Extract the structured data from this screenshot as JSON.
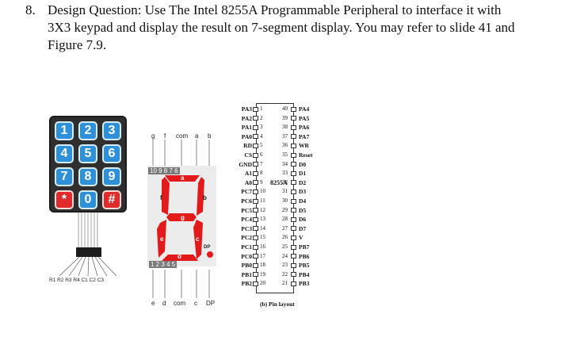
{
  "question": {
    "number": "8.",
    "line1": "Design Question: Use The Intel 8255A Programmable Peripheral to interface it with",
    "line2": "3X3 keypad and display the result on 7-segment display. You may refer to slide 41 and",
    "line3": "Figure 7.9."
  },
  "keypad": {
    "keys": [
      "1",
      "2",
      "3",
      "4",
      "5",
      "6",
      "7",
      "8",
      "9",
      "*",
      "0",
      "#"
    ],
    "pin_labels": "R1 R2 R3 R4 C1 C2 C3",
    "colors": {
      "numeric": "#2d90d8",
      "symbol": "#e02b2b",
      "body": "#2f2f2f"
    }
  },
  "seven_segment": {
    "top_pins": {
      "g": "g",
      "f": "f",
      "com": "com",
      "a": "a",
      "b": "b"
    },
    "top_nums": "10  9  8  7  6",
    "bottom_nums": "1  2  3  4  5",
    "bottom_pins": {
      "e": "e",
      "d": "d",
      "com": "com",
      "c": "c",
      "dp": "DP"
    },
    "segments": {
      "a": "a",
      "b": "b",
      "c": "c",
      "d": "d",
      "e": "e",
      "f": "f",
      "g": "g",
      "dp": "DP"
    },
    "color": "#e31a1c"
  },
  "chip": {
    "name": "8255A",
    "left_pins": [
      {
        "name": "PA3",
        "num": "1"
      },
      {
        "name": "PA2",
        "num": "2"
      },
      {
        "name": "PA1",
        "num": "3"
      },
      {
        "name": "PA0",
        "num": "4"
      },
      {
        "name": "RD",
        "num": "5"
      },
      {
        "name": "CS",
        "num": "6"
      },
      {
        "name": "GND",
        "num": "7"
      },
      {
        "name": "A1",
        "num": "8"
      },
      {
        "name": "A0",
        "num": "9"
      },
      {
        "name": "PC7",
        "num": "10"
      },
      {
        "name": "PC6",
        "num": "11"
      },
      {
        "name": "PC5",
        "num": "12"
      },
      {
        "name": "PC4",
        "num": "13"
      },
      {
        "name": "PC3",
        "num": "14"
      },
      {
        "name": "PC2",
        "num": "15"
      },
      {
        "name": "PC1",
        "num": "16"
      },
      {
        "name": "PC0",
        "num": "17"
      },
      {
        "name": "PB0",
        "num": "18"
      },
      {
        "name": "PB1",
        "num": "19"
      },
      {
        "name": "PB2",
        "num": "20"
      }
    ],
    "right_pins": [
      {
        "name": "PA4",
        "num": "40"
      },
      {
        "name": "PA5",
        "num": "39"
      },
      {
        "name": "PA6",
        "num": "38"
      },
      {
        "name": "PA7",
        "num": "37"
      },
      {
        "name": "WR",
        "num": "36"
      },
      {
        "name": "Reset",
        "num": "35"
      },
      {
        "name": "D0",
        "num": "34"
      },
      {
        "name": "D1",
        "num": "33"
      },
      {
        "name": "D2",
        "num": "32"
      },
      {
        "name": "D3",
        "num": "31"
      },
      {
        "name": "D4",
        "num": "30"
      },
      {
        "name": "D5",
        "num": "29"
      },
      {
        "name": "D6",
        "num": "28"
      },
      {
        "name": "D7",
        "num": "27"
      },
      {
        "name": "V",
        "num": "26"
      },
      {
        "name": "PB7",
        "num": "25"
      },
      {
        "name": "PB6",
        "num": "24"
      },
      {
        "name": "PB5",
        "num": "23"
      },
      {
        "name": "PB4",
        "num": "22"
      },
      {
        "name": "PB3",
        "num": "21"
      }
    ],
    "caption": "(b) Pin layout"
  }
}
